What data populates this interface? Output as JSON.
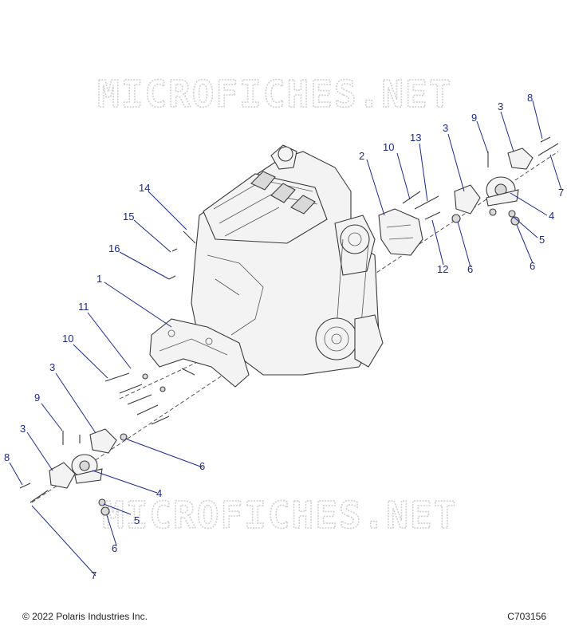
{
  "watermark": "MICROFICHES.NET",
  "copyright": "© 2022 Polaris Industries Inc.",
  "diagram_code": "C703156",
  "callouts": [
    {
      "id": "c1",
      "label": "1"
    },
    {
      "id": "c2",
      "label": "2"
    },
    {
      "id": "c3a",
      "label": "3"
    },
    {
      "id": "c3b",
      "label": "3"
    },
    {
      "id": "c3c",
      "label": "3"
    },
    {
      "id": "c3d",
      "label": "3"
    },
    {
      "id": "c4a",
      "label": "4"
    },
    {
      "id": "c4b",
      "label": "4"
    },
    {
      "id": "c5a",
      "label": "5"
    },
    {
      "id": "c5b",
      "label": "5"
    },
    {
      "id": "c6a",
      "label": "6"
    },
    {
      "id": "c6b",
      "label": "6"
    },
    {
      "id": "c6c",
      "label": "6"
    },
    {
      "id": "c6d",
      "label": "6"
    },
    {
      "id": "c7a",
      "label": "7"
    },
    {
      "id": "c7b",
      "label": "7"
    },
    {
      "id": "c8a",
      "label": "8"
    },
    {
      "id": "c8b",
      "label": "8"
    },
    {
      "id": "c9a",
      "label": "9"
    },
    {
      "id": "c9b",
      "label": "9"
    },
    {
      "id": "c10a",
      "label": "10"
    },
    {
      "id": "c10b",
      "label": "10"
    },
    {
      "id": "c11",
      "label": "11"
    },
    {
      "id": "c12",
      "label": "12"
    },
    {
      "id": "c13",
      "label": "13"
    },
    {
      "id": "c14",
      "label": "14"
    },
    {
      "id": "c15",
      "label": "15"
    },
    {
      "id": "c16",
      "label": "16"
    }
  ]
}
